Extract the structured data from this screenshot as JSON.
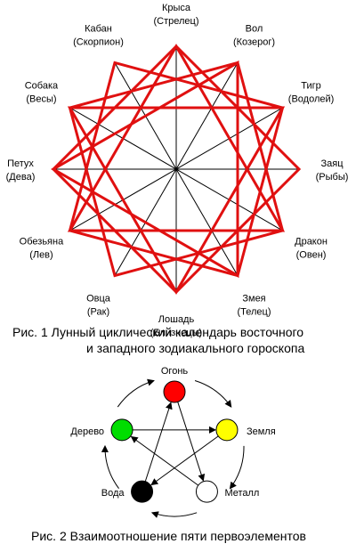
{
  "figure1": {
    "signs": [
      {
        "animal": "Крыса",
        "zodiac": "(Стрелец)"
      },
      {
        "animal": "Вол",
        "zodiac": "(Козерог)"
      },
      {
        "animal": "Тигр",
        "zodiac": "(Водолей)"
      },
      {
        "animal": "Заяц",
        "zodiac": "(Рыбы)"
      },
      {
        "animal": "Дракон",
        "zodiac": "(Овен)"
      },
      {
        "animal": "Змея",
        "zodiac": "(Телец)"
      },
      {
        "animal": "Лошадь",
        "zodiac": "(Близнецы)"
      },
      {
        "animal": "Овца",
        "zodiac": "(Рак)"
      },
      {
        "animal": "Обезьяна",
        "zodiac": "(Лев)"
      },
      {
        "animal": "Петух",
        "zodiac": "(Дева)"
      },
      {
        "animal": "Собака",
        "zodiac": "(Весы)"
      },
      {
        "animal": "Кабан",
        "zodiac": "(Скорпион)"
      }
    ],
    "star_color": "#e01010",
    "line_color": "#000000",
    "caption_line1": "Рис. 1 Лунный циклический календарь восточного",
    "caption_line2": "и западного зодиакального гороскопа"
  },
  "figure2": {
    "elements": [
      {
        "name": "Огонь",
        "color": "#ff0000"
      },
      {
        "name": "Земля",
        "color": "#ffff00"
      },
      {
        "name": "Металл",
        "color": "#ffffff"
      },
      {
        "name": "Вода",
        "color": "#000000"
      },
      {
        "name": "Дерево",
        "color": "#00dd00"
      }
    ],
    "caption": "Рис. 2 Взаимоотношение пяти первоэлементов"
  }
}
